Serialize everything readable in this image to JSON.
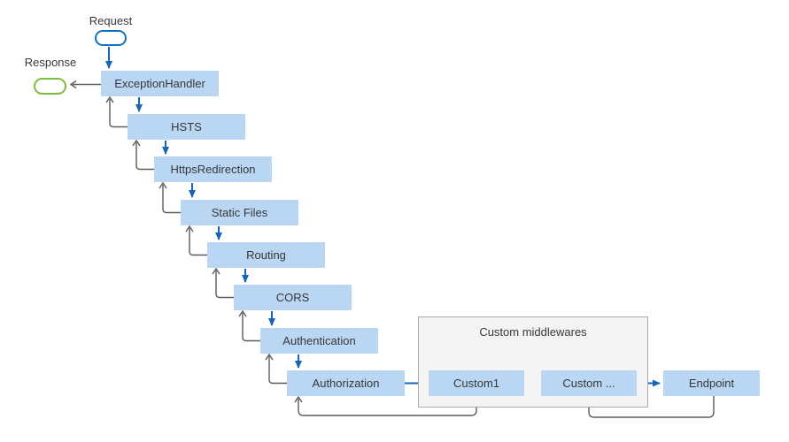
{
  "colors": {
    "background": "#ffffff",
    "node-fill": "#b9d7f3",
    "flow-blue": "#1566b8",
    "terminal-blue": "#0f72c6",
    "terminal-green": "#7cbf3f",
    "return-gray": "#5a5a5a",
    "group-fill": "#f4f4f4",
    "group-border": "#ababab",
    "text": "#373737"
  },
  "diagram": {
    "request_label": "Request",
    "response_label": "Response",
    "pipeline": [
      {
        "label": "ExceptionHandler"
      },
      {
        "label": "HSTS"
      },
      {
        "label": "HttpsRedirection"
      },
      {
        "label": "Static Files"
      },
      {
        "label": "Routing"
      },
      {
        "label": "CORS"
      },
      {
        "label": "Authentication"
      },
      {
        "label": "Authorization"
      }
    ],
    "custom_group": {
      "title": "Custom middlewares",
      "items": [
        {
          "label": "Custom1"
        },
        {
          "label": "Custom ..."
        }
      ]
    },
    "endpoint": {
      "label": "Endpoint"
    }
  }
}
